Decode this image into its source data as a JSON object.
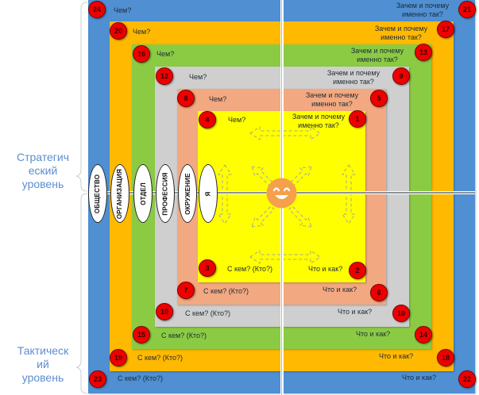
{
  "colors": {
    "society": "#4f8fd2",
    "organization": "#ffb900",
    "department": "#8bcb44",
    "profession": "#cfcfcf",
    "environment": "#f2a880",
    "self": "#ffff00",
    "badge": "#ee0000",
    "side_label": "#5b8ed0",
    "smiley": "#f5a04a"
  },
  "side_labels": {
    "strategic": "Стратегический уровень",
    "strategic_lines": [
      "Стратегич",
      "еский",
      "уровень"
    ],
    "tactical": "Тактический уровень",
    "tactical_lines": [
      "Тактическ",
      "ий",
      "уровень"
    ]
  },
  "levels": [
    {
      "name": "ОБЩЕСТВО",
      "tl": {
        "num": "24",
        "text": "Чем?"
      },
      "tr": {
        "num": "21",
        "text_lines": [
          "Зачем и почему",
          "именно так?"
        ]
      },
      "br": {
        "num": "22",
        "text": "Что и как?"
      },
      "bl": {
        "num": "23",
        "text": "С кем? (Кто?)"
      }
    },
    {
      "name": "ОРГАНИЗАЦИЯ",
      "tl": {
        "num": "20",
        "text": "Чем?"
      },
      "tr": {
        "num": "17",
        "text_lines": [
          "Зачем и почему",
          "именно так?"
        ]
      },
      "br": {
        "num": "18",
        "text": "Что и как?"
      },
      "bl": {
        "num": "19",
        "text": "С кем? (Кто?)"
      }
    },
    {
      "name": "ОТДЕЛ",
      "tl": {
        "num": "16",
        "text": "Чем?"
      },
      "tr": {
        "num": "13",
        "text_lines": [
          "Зачем и почему",
          "именно так?"
        ]
      },
      "br": {
        "num": "14",
        "text": "Что и как?"
      },
      "bl": {
        "num": "15",
        "text": "С кем? (Кто?)"
      }
    },
    {
      "name": "ПРОФЕССИЯ",
      "tl": {
        "num": "12",
        "text": "Чем?"
      },
      "tr": {
        "num": "9",
        "text_lines": [
          "Зачем и почему",
          "именно так?"
        ]
      },
      "br": {
        "num": "10",
        "text": "Что и как?"
      },
      "bl": {
        "num": "10",
        "text": "С кем? (Кто?)"
      }
    },
    {
      "name": "ОКРУЖЕНИЕ",
      "tl": {
        "num": "8",
        "text": "Чем?"
      },
      "tr": {
        "num": "5",
        "text_lines": [
          "Зачем и почему",
          "именно так?"
        ]
      },
      "br": {
        "num": "6",
        "text": "Что и как?"
      },
      "bl": {
        "num": "7",
        "text": "С кем? (Кто?)"
      }
    },
    {
      "name": "Я",
      "tl": {
        "num": "4",
        "text": "Чем?"
      },
      "tr": {
        "num": "1",
        "text_lines": [
          "Зачем и почему",
          "именно так?"
        ]
      },
      "br": {
        "num": "2",
        "text": "Что и как?"
      },
      "bl": {
        "num": "3",
        "text": "С кем? (Кто?)"
      }
    }
  ],
  "center": {
    "icon": "smiley-face-icon"
  }
}
